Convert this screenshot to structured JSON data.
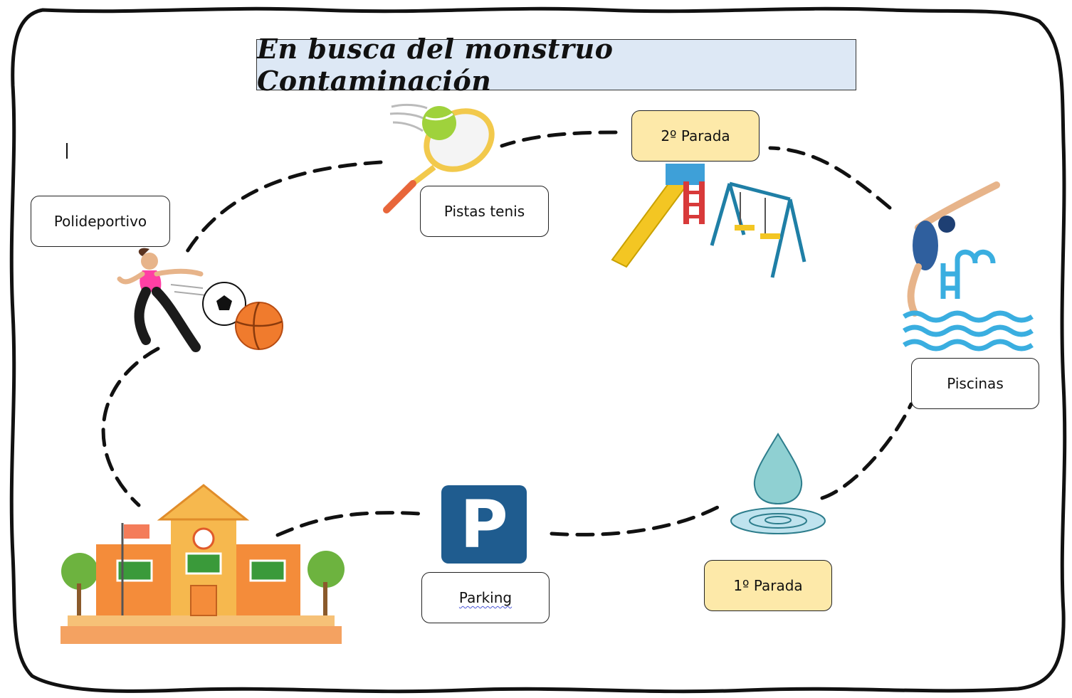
{
  "title": "En busca del monstruo Contaminación",
  "labels": {
    "polideportivo": "Polideportivo",
    "pistas_tenis": "Pistas tenis",
    "parada2": "2º Parada",
    "piscinas": "Piscinas",
    "parada1": "1º Parada",
    "parking": "Parking"
  },
  "parking_sign": "P",
  "colors": {
    "title_background": "#dde8f5",
    "stop_label": "#fde9a9",
    "parking_sign": "#1f5c8f",
    "path": "#111111"
  },
  "icons": [
    "tennis-racket-icon",
    "playground-icon",
    "diver-pool-icon",
    "water-drop-icon",
    "parking-sign-icon",
    "school-building-icon",
    "athlete-balls-icon"
  ]
}
